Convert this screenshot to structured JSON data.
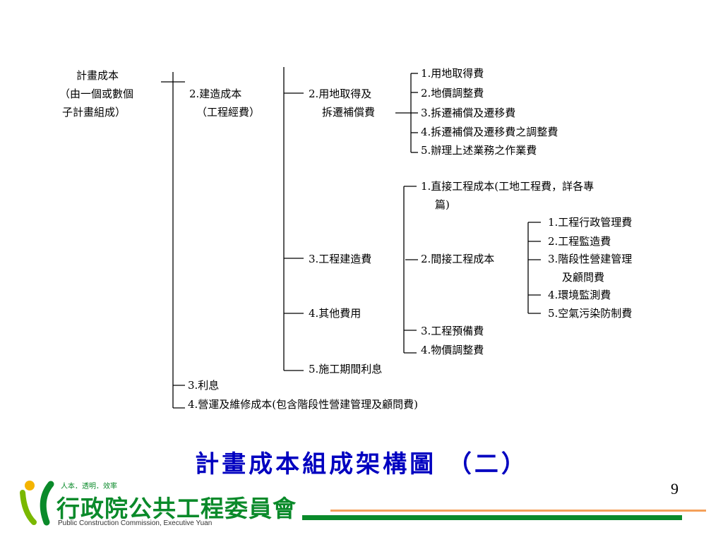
{
  "slide": {
    "title": "計畫成本組成架構圖 （二）",
    "page_number": "9"
  },
  "diagram": {
    "root": {
      "line1": "計畫成本",
      "line2": "（由一個或數個",
      "line3": "子計畫組成）"
    },
    "construction_cost": {
      "line1": "2.建造成本",
      "line2": "（工程經費）"
    },
    "land": {
      "line1": "2.用地取得及",
      "line2": "拆遷補償費",
      "items": [
        "1.用地取得費",
        "2.地價調整費",
        "3.拆遷補償及遷移費",
        "4.拆遷補償及遷移費之調整費",
        "5.辦理上述業務之作業費"
      ]
    },
    "engineering": {
      "label": "3.工程建造費",
      "direct_line1": "1.直接工程成本(工地工程費，詳各專",
      "direct_line2": "篇)",
      "indirect_label": "2.間接工程成本",
      "indirect_items": [
        "1.工程行政管理費",
        "2.工程監造費",
        "3.階段性營建管理",
        "及顧問費",
        "4.環境監測費",
        "5.空氣污染防制費"
      ],
      "reserve": "3.工程預備費",
      "price_adjust": "4.物價調整費"
    },
    "other_cost": "4.其他費用",
    "interest_during": "5.施工期間利息",
    "interest": "3.利息",
    "operation": "4.營運及維修成本(包含階段性營建管理及顧問費)"
  },
  "footer": {
    "org_name": "行政院公共工程委員會",
    "org_slogan": "人本．透明．效率",
    "org_english": "Public Construction Commission, Executive Yuan",
    "colors": {
      "green": "#0a8a2a",
      "orange": "#f4a05a",
      "title_blue": "#0000c0"
    }
  }
}
